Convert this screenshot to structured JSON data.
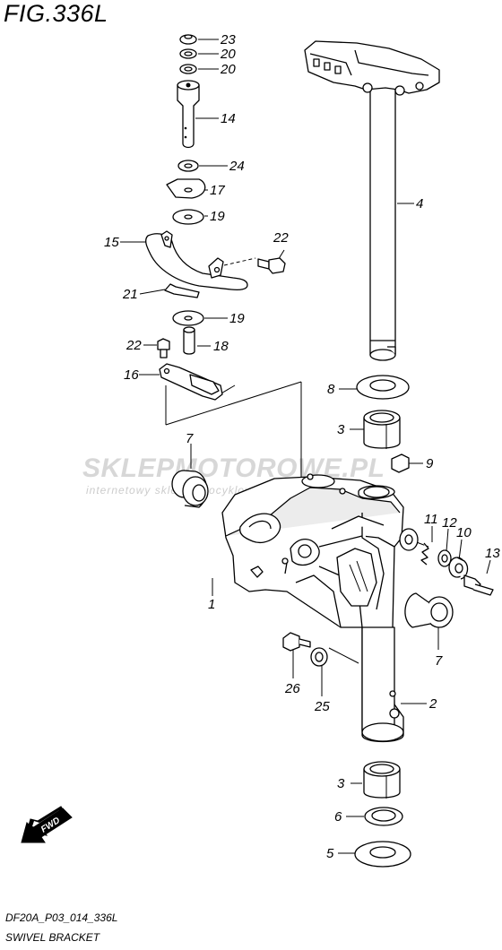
{
  "figure": {
    "title": "FIG.336L"
  },
  "footer": {
    "code": "DF20A_P03_014_336L",
    "name": "SWIVEL BRACKET"
  },
  "watermark": {
    "main": "SKLEPMOTOROWE.PL",
    "sub": "internetowy sklep motocyklowy"
  },
  "badge": {
    "fwd": "FWD"
  },
  "callouts": {
    "p23": "23",
    "p20a": "20",
    "p20b": "20",
    "p14": "14",
    "p24": "24",
    "p17": "17",
    "p19a": "19",
    "p22a": "22",
    "p15": "15",
    "p21": "21",
    "p19b": "19",
    "p22b": "22",
    "p18": "18",
    "p16": "16",
    "p4": "4",
    "p8": "8",
    "p3a": "3",
    "p9": "9",
    "p7a": "7",
    "p11": "11",
    "p12": "12",
    "p10": "10",
    "p13": "13",
    "p1": "1",
    "p7b": "7",
    "p26": "26",
    "p25": "25",
    "p2": "2",
    "p3b": "3",
    "p6": "6",
    "p5": "5"
  }
}
